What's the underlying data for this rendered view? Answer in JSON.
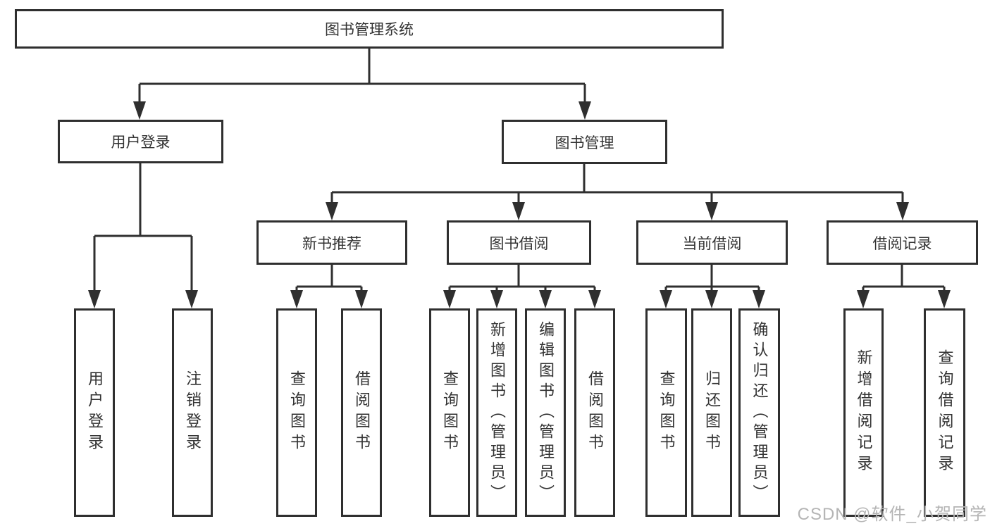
{
  "diagram_title": "图书管理系统",
  "tree": {
    "label": "图书管理系统",
    "children": [
      {
        "label": "用户登录",
        "children": [
          {
            "label": "用户登录"
          },
          {
            "label": "注销登录"
          }
        ]
      },
      {
        "label": "图书管理",
        "children": [
          {
            "label": "新书推荐",
            "children": [
              {
                "label": "查询图书"
              },
              {
                "label": "借阅图书"
              }
            ]
          },
          {
            "label": "图书借阅",
            "children": [
              {
                "label": "查询图书"
              },
              {
                "label": "新增图书（管理员）"
              },
              {
                "label": "编辑图书（管理员）"
              },
              {
                "label": "借阅图书"
              }
            ]
          },
          {
            "label": "当前借阅",
            "children": [
              {
                "label": "查询图书"
              },
              {
                "label": "归还图书"
              },
              {
                "label": "确认归还（管理员）"
              }
            ]
          },
          {
            "label": "借阅记录",
            "children": [
              {
                "label": "新增借阅记录"
              },
              {
                "label": "查询借阅记录"
              }
            ]
          }
        ]
      }
    ]
  },
  "watermark": {
    "text": "CSDN @软件_小贺同学"
  },
  "colors": {
    "line": "#2f2f2f",
    "box_border": "#2f2f2f",
    "text": "#333333",
    "watermark": "#b5b5b5",
    "background": "#ffffff"
  }
}
